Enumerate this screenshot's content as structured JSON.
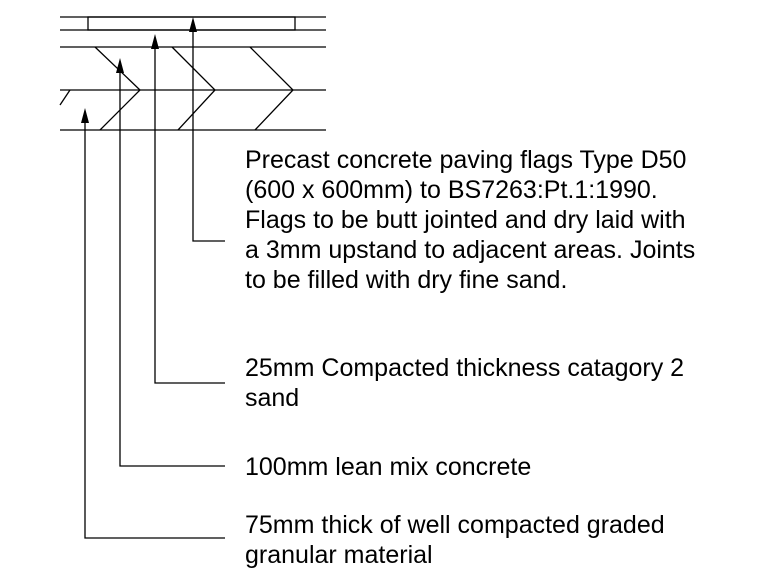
{
  "notes": {
    "paving": {
      "lines": [
        "Precast concrete paving flags Type D50",
        "(600 x 600mm) to BS7263:Pt.1:1990.",
        "Flags to be butt jointed and dry laid with",
        "a 3mm upstand to adjacent areas. Joints",
        "to be filled with dry fine sand."
      ]
    },
    "sand": {
      "lines": [
        "25mm Compacted thickness catagory 2",
        "sand"
      ]
    },
    "concrete": {
      "lines": [
        "100mm lean mix concrete"
      ]
    },
    "granular": {
      "lines": [
        "75mm thick of well compacted graded",
        "granular material"
      ]
    }
  }
}
